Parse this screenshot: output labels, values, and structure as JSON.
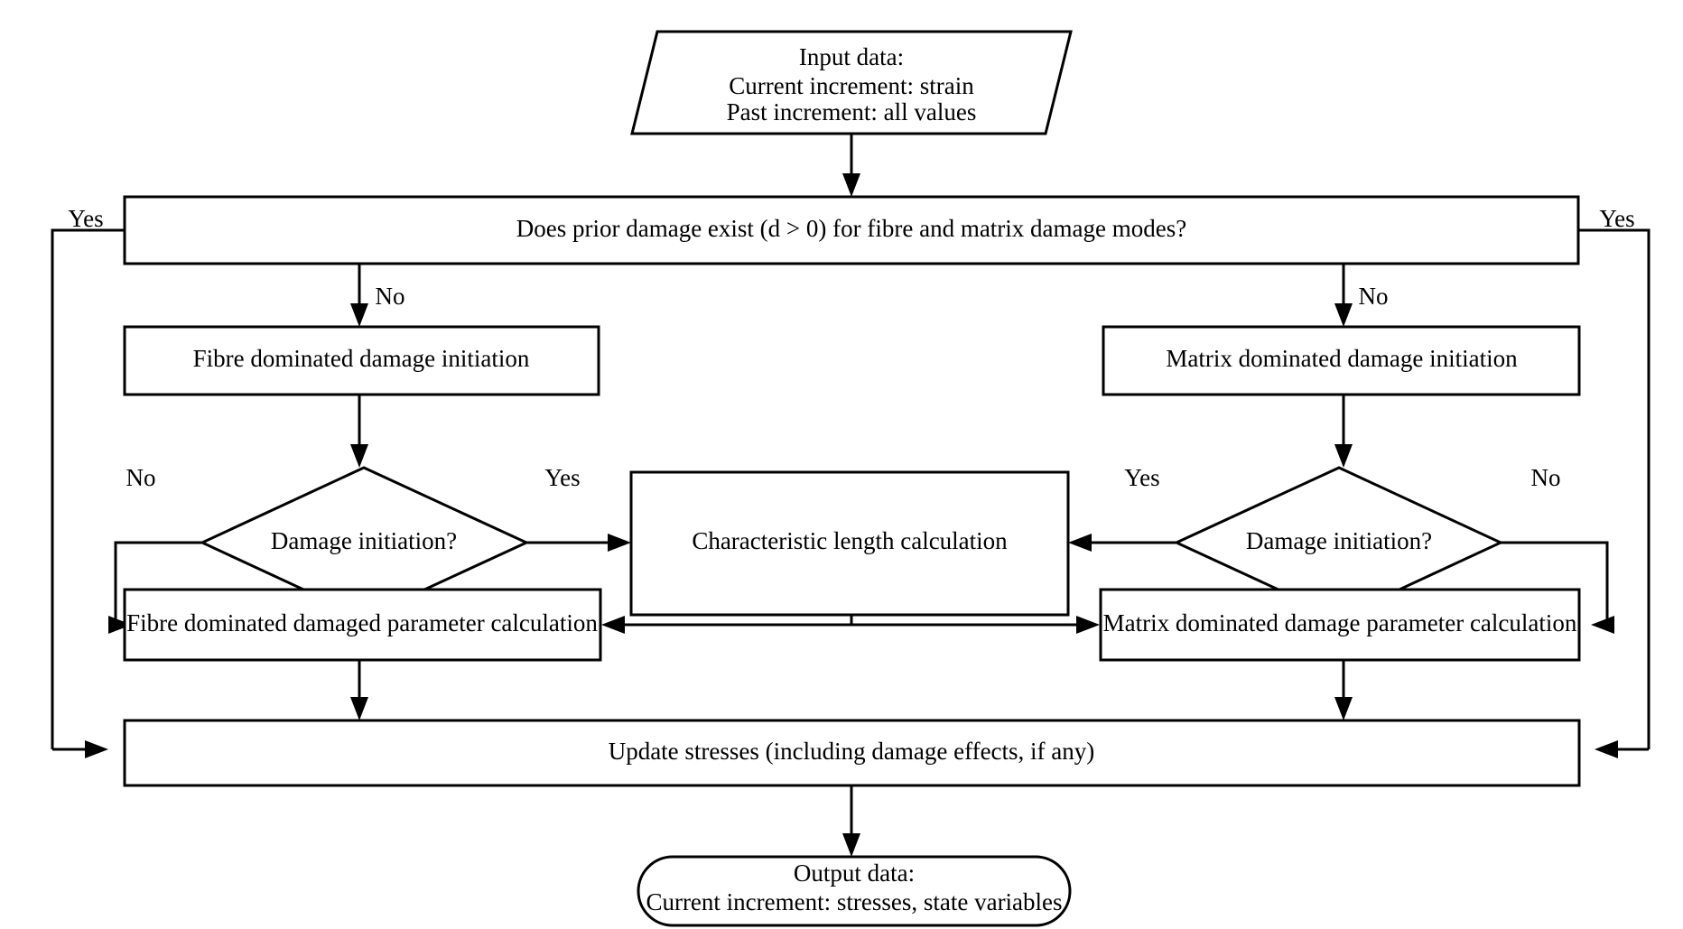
{
  "diagram": {
    "title": "Damage model flowchart",
    "background_color": "#ffffff",
    "line_color": "#000000",
    "nodes": {
      "input": {
        "shape": "parallelogram",
        "line1": "Input data:",
        "line2": "Current increment: strain",
        "line3": "Past increment: all values"
      },
      "prior_damage": {
        "shape": "rectangle",
        "label": "Does prior damage exist (d > 0) for fibre and matrix damage modes?"
      },
      "fibre_init": {
        "shape": "rectangle",
        "label": "Fibre dominated damage initiation"
      },
      "matrix_init": {
        "shape": "rectangle",
        "label": "Matrix dominated damage initiation"
      },
      "fibre_decision": {
        "shape": "diamond",
        "label": "Damage initiation?"
      },
      "matrix_decision": {
        "shape": "diamond",
        "label": "Damage initiation?"
      },
      "char_length": {
        "shape": "rectangle",
        "label": "Characteristic length calculation"
      },
      "fibre_param": {
        "shape": "rectangle",
        "label": "Fibre dominated damaged parameter calculation"
      },
      "matrix_param": {
        "shape": "rectangle",
        "label": "Matrix dominated damage parameter calculation"
      },
      "update_stresses": {
        "shape": "rectangle",
        "label": "Update stresses (including damage effects, if any)"
      },
      "output": {
        "shape": "stadium",
        "line1": "Output data:",
        "line2": "Current increment: stresses, state variables"
      }
    },
    "edge_labels": {
      "yes_left_outer": "Yes",
      "yes_right_outer": "Yes",
      "no_left_top": "No",
      "no_right_top": "No",
      "no_left_decision": "No",
      "yes_left_decision": "Yes",
      "yes_right_decision": "Yes",
      "no_right_decision": "No"
    }
  }
}
